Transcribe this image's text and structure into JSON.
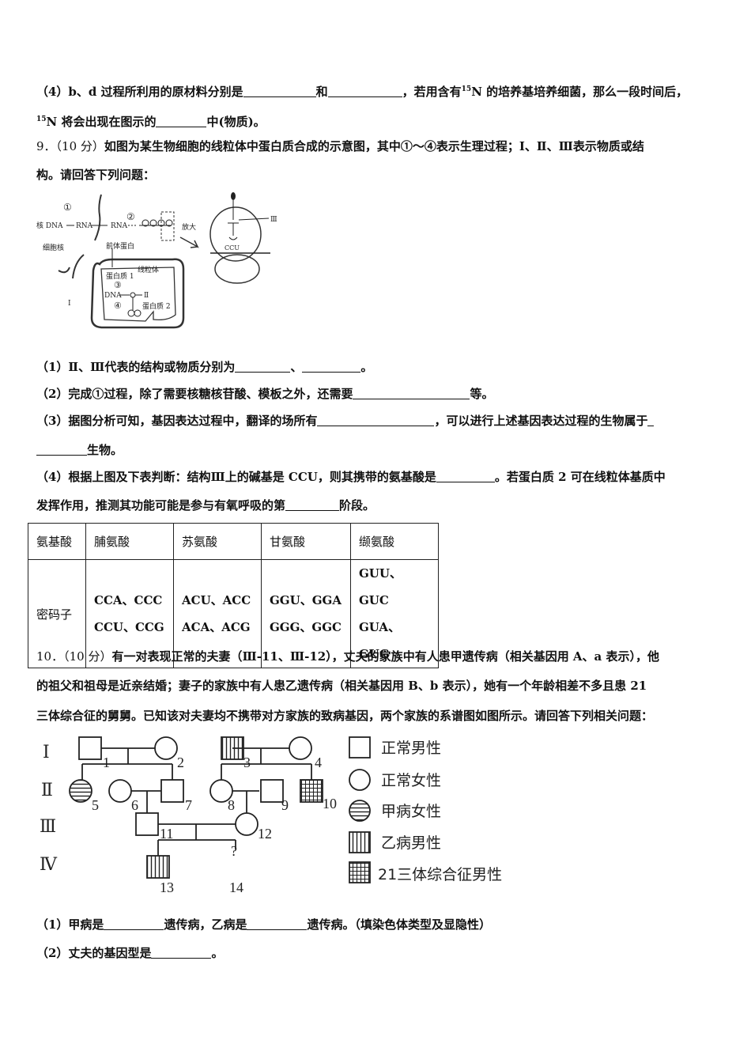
{
  "q8": {
    "p4_a": "（4）b、d 过程所利用的原材料分别是",
    "p4_b": "和",
    "p4_c": "，若用含有",
    "iso": "15",
    "p4_d": "N 的培养基培养细菌，那么一段时间后，",
    "p4_e": "N 将会出现在图示的",
    "p4_f": "中(物质)。"
  },
  "q9": {
    "num": "9．（10 分）",
    "stem_1": "如图为某生物细胞的线粒体中蛋白质合成的示意图，其中①～④表示生理过程；Ⅰ、Ⅱ、Ⅲ表示物质或结",
    "stem_2": "构。请回答下列问题：",
    "figure": {
      "c1": "①",
      "c2": "②",
      "c3": "③",
      "c4": "④",
      "nuc_dna": "核 DNA",
      "rna1": "RNA",
      "rna2": "RNA",
      "nucleus": "细胞核",
      "precursor": "前体蛋白",
      "zoom": "放大",
      "mito": "线粒体",
      "protein1": "蛋白质 1",
      "dna": "DNA",
      "roman1": "Ⅰ",
      "roman2": "Ⅱ",
      "roman3": "Ⅲ",
      "protein2": "蛋白质 2",
      "anticodon": "CCU"
    },
    "p1_a": "（1）Ⅱ、Ⅲ代表的结构或物质分别为",
    "p1_b": "、",
    "p1_c": "。",
    "p2_a": "（2）完成①过程，除了需要核糖核苷酸、模板之外，还需要",
    "p2_b": "等。",
    "p3_a": "（3）据图分析可知，基因表达过程中，翻译的场所有",
    "p3_b": "，可以进行上述基因表达过程的生物属于",
    "p3_c": "生物。",
    "p4_a": "（4）根据上图及下表判断：结构Ⅲ上的碱基是 CCU，则其携带的氨基酸是",
    "p4_b": "。若蛋白质 2 可在线粒体基质中",
    "p4_c": "发挥作用，推测其功能可能是参与有氧呼吸的第",
    "p4_d": "阶段。",
    "table": {
      "h0": "氨基酸",
      "h1": "脯氨酸",
      "h2": "苏氨酸",
      "h3": "甘氨酸",
      "h4": "缬氨酸",
      "r0": "密码子",
      "c1a": "CCA、CCC",
      "c1b": "CCU、CCG",
      "c2a": "ACU、ACC",
      "c2b": "ACA、ACG",
      "c3a": "GGU、GGA",
      "c3b": "GGG、GGC",
      "c4a": "GUU、GUC",
      "c4b": "GUA、GUG"
    }
  },
  "q10": {
    "num": "10．（10 分）",
    "stem_1": "有一对表现正常的夫妻（Ⅲ-11、Ⅲ-12），丈夫的家族中有人患甲遗传病（相关基因用 A、a 表示），他",
    "stem_2": "的祖父和祖母是近亲结婚；妻子的家族中有人患乙遗传病（相关基因用 B、b 表示），她有一个年龄相差不多且患 21",
    "stem_3": "三体综合征的舅舅。已知该对夫妻均不携带对方家族的致病基因，两个家族的系谱图如图所示。请回答下列相关问题：",
    "pedigree": {
      "gen1": "Ⅰ",
      "gen2": "Ⅱ",
      "gen3": "Ⅲ",
      "gen4": "Ⅳ",
      "n1": "1",
      "n2": "2",
      "n3": "3",
      "n4": "4",
      "n5": "5",
      "n6": "6",
      "n7": "7",
      "n8": "8",
      "n9": "9",
      "n10": "10",
      "n11": "11",
      "n12": "12",
      "n13": "13",
      "n14": "14",
      "unknown": "?",
      "legend_normal_male": "正常男性",
      "legend_normal_female": "正常女性",
      "legend_a_female": "甲病女性",
      "legend_b_male": "乙病男性",
      "legend_21_male": "21三体综合征男性"
    },
    "p1_a": "（1）甲病是",
    "p1_b": "遗传病，乙病是",
    "p1_c": "遗传病。（填染色体类型及显隐性）",
    "p2_a": "（2）丈夫的基因型是",
    "p2_b": "。"
  }
}
